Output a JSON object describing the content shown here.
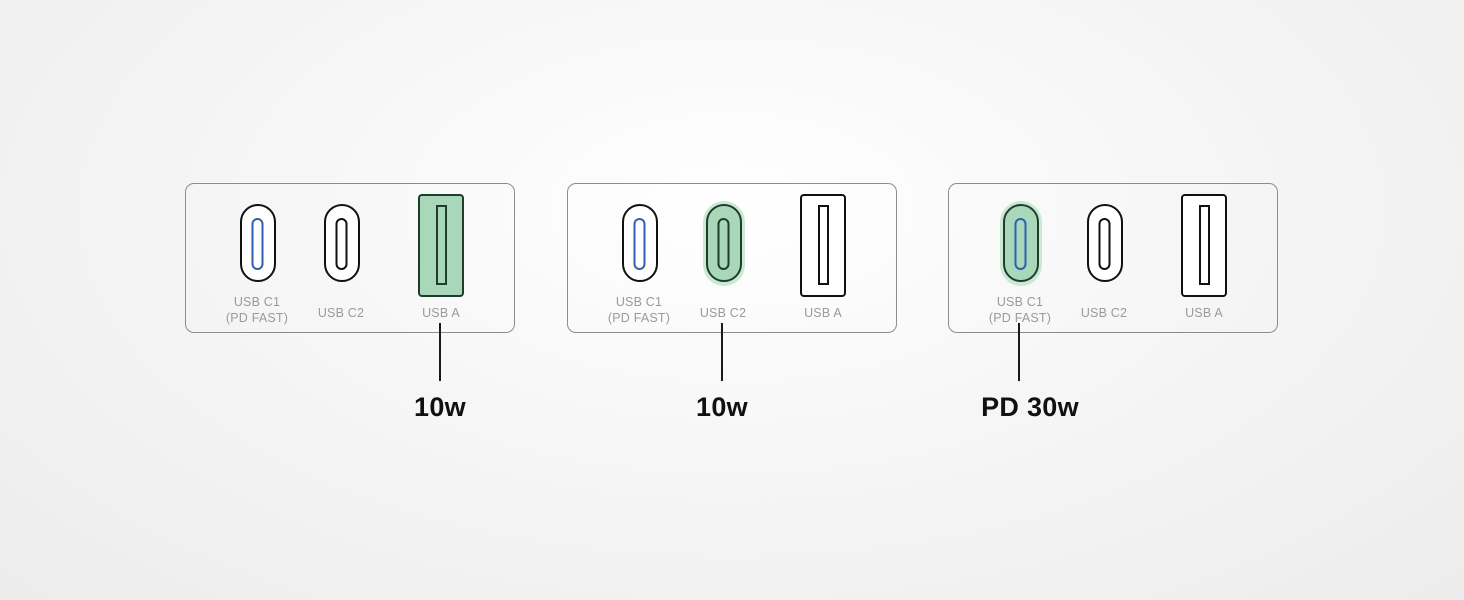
{
  "colors": {
    "highlight_fill": "#a8d8b9",
    "highlight_glow": "#c9e9d4",
    "highlight_stroke": "#1f3d2a",
    "usb_c1_inner": "#2f5fb0",
    "port_stroke": "#111111",
    "panel_border": "#8c8c8c",
    "label_text": "#9a9a9a"
  },
  "panels": [
    {
      "active_port": "usb_a",
      "ports": {
        "c1_label_line1": "USB C1",
        "c1_label_line2": "(PD FAST)",
        "c2_label": "USB C2",
        "a_label": "USB A"
      },
      "power": "10w"
    },
    {
      "active_port": "usb_c2",
      "ports": {
        "c1_label_line1": "USB C1",
        "c1_label_line2": "(PD FAST)",
        "c2_label": "USB C2",
        "a_label": "USB A"
      },
      "power": "10w"
    },
    {
      "active_port": "usb_c1",
      "ports": {
        "c1_label_line1": "USB C1",
        "c1_label_line2": "(PD FAST)",
        "c2_label": "USB C2",
        "a_label": "USB A"
      },
      "power": "PD 30w"
    }
  ]
}
